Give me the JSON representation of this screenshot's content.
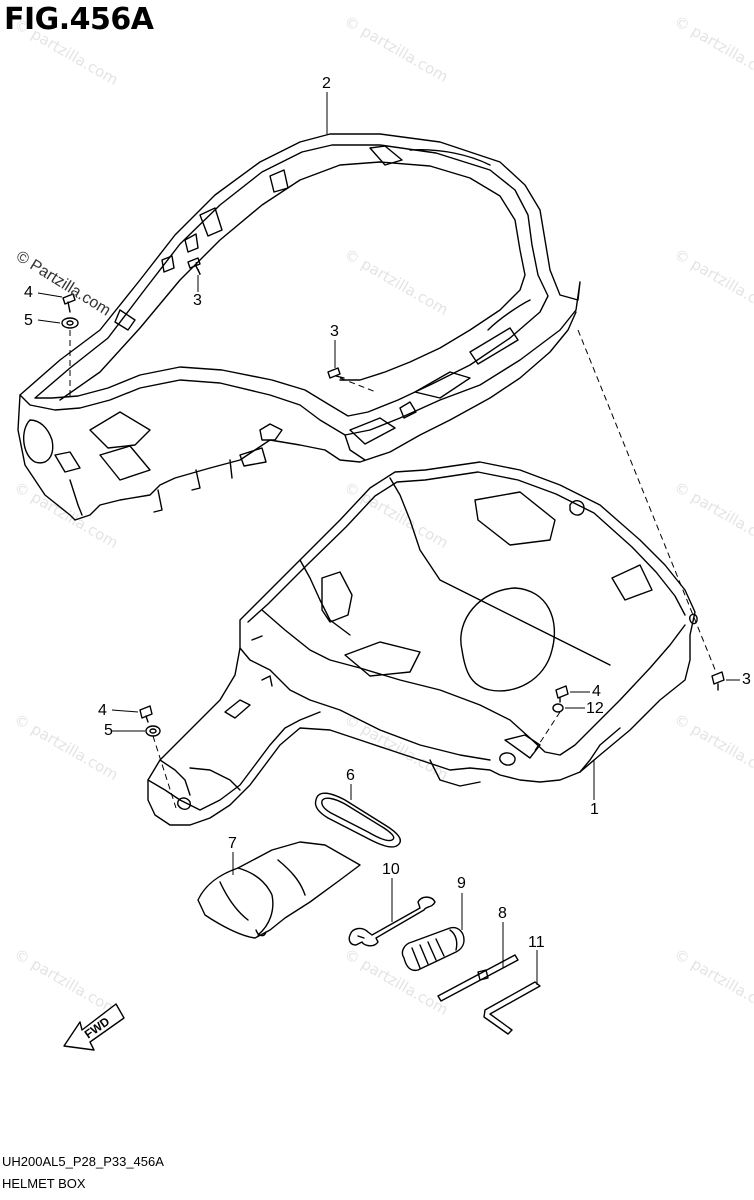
{
  "figure_title": "FIG.456A",
  "copyright_label": "© Partzilla.com",
  "watermark_text": "© partzilla.com",
  "fwd_label": "FWD",
  "callouts": {
    "c2": "2",
    "c3a": "3",
    "c3b": "3",
    "c3c": "3",
    "c4a": "4",
    "c5a": "5",
    "c4b": "4",
    "c5b": "5",
    "c4c": "4",
    "c12": "12",
    "c1": "1",
    "c6": "6",
    "c7": "7",
    "c10": "10",
    "c9": "9",
    "c8": "8",
    "c11": "11"
  },
  "footer": {
    "code": "UH200AL5_P28_P33_456A",
    "name": "HELMET BOX"
  }
}
